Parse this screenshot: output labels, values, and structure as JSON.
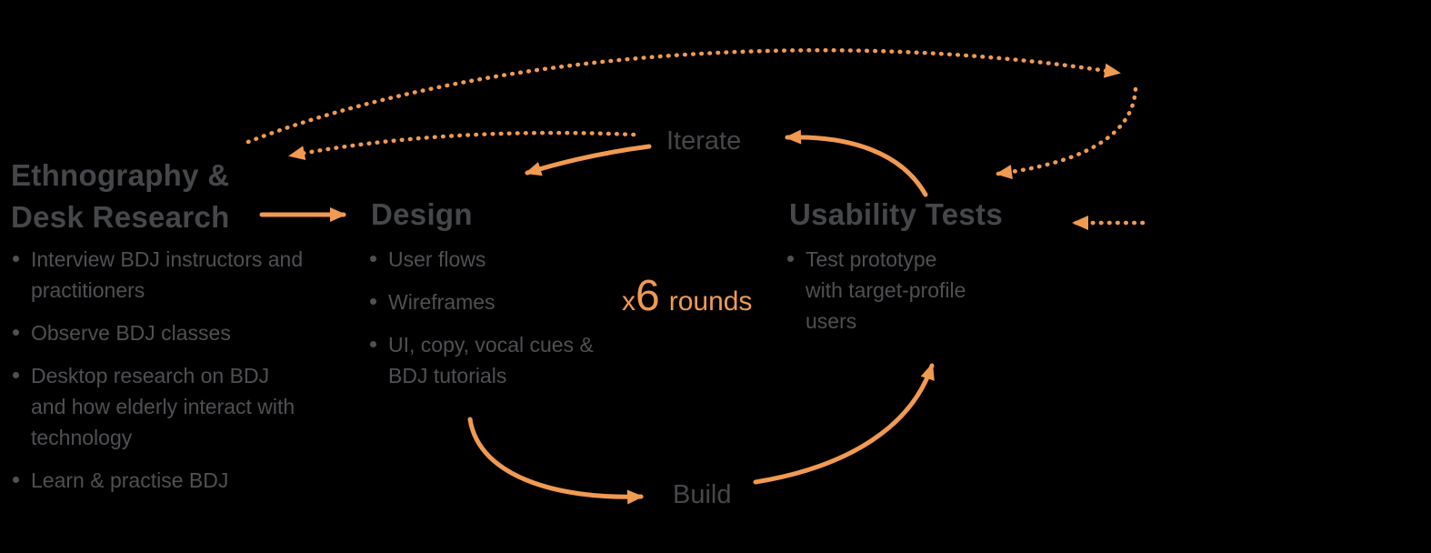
{
  "colors": {
    "background": "#000000",
    "accent": "#F09A52",
    "heading": "#46474A",
    "body_text": "#4F5053"
  },
  "stages": {
    "ethnography": {
      "title_line1": "Ethnography &",
      "title_line2": "Desk Research",
      "bullets": [
        "Interview BDJ instructors and practitioners",
        "Observe BDJ classes",
        "Desktop research on BDJ and how elderly interact with technology",
        "Learn & practise BDJ"
      ]
    },
    "design": {
      "title": "Design",
      "bullets": [
        "User flows",
        "Wireframes",
        "UI, copy, vocal cues & BDJ tutorials"
      ]
    },
    "usability": {
      "title": "Usability Tests",
      "bullets": [
        "Test prototype with target-profile users"
      ]
    }
  },
  "labels": {
    "iterate": "Iterate",
    "build": "Build"
  },
  "rounds": {
    "multiplier": "x",
    "count": "6",
    "unit": "rounds"
  },
  "arrows": [
    {
      "name": "arrow-ethnography-to-design",
      "style": "solid"
    },
    {
      "name": "arrow-iterate-to-design",
      "style": "solid"
    },
    {
      "name": "arrow-usability-tests-to-iterate",
      "style": "solid"
    },
    {
      "name": "arrow-design-to-build",
      "style": "solid"
    },
    {
      "name": "arrow-build-to-usability-tests",
      "style": "solid"
    },
    {
      "name": "dotted-arrow-top-arc",
      "style": "dotted"
    },
    {
      "name": "dotted-arrow-down-to-usability-tests",
      "style": "dotted"
    },
    {
      "name": "dotted-arrow-iterate-to-ethnography",
      "style": "dotted"
    },
    {
      "name": "dotted-arrow-right-edge-to-usability-tests",
      "style": "dotted"
    }
  ]
}
